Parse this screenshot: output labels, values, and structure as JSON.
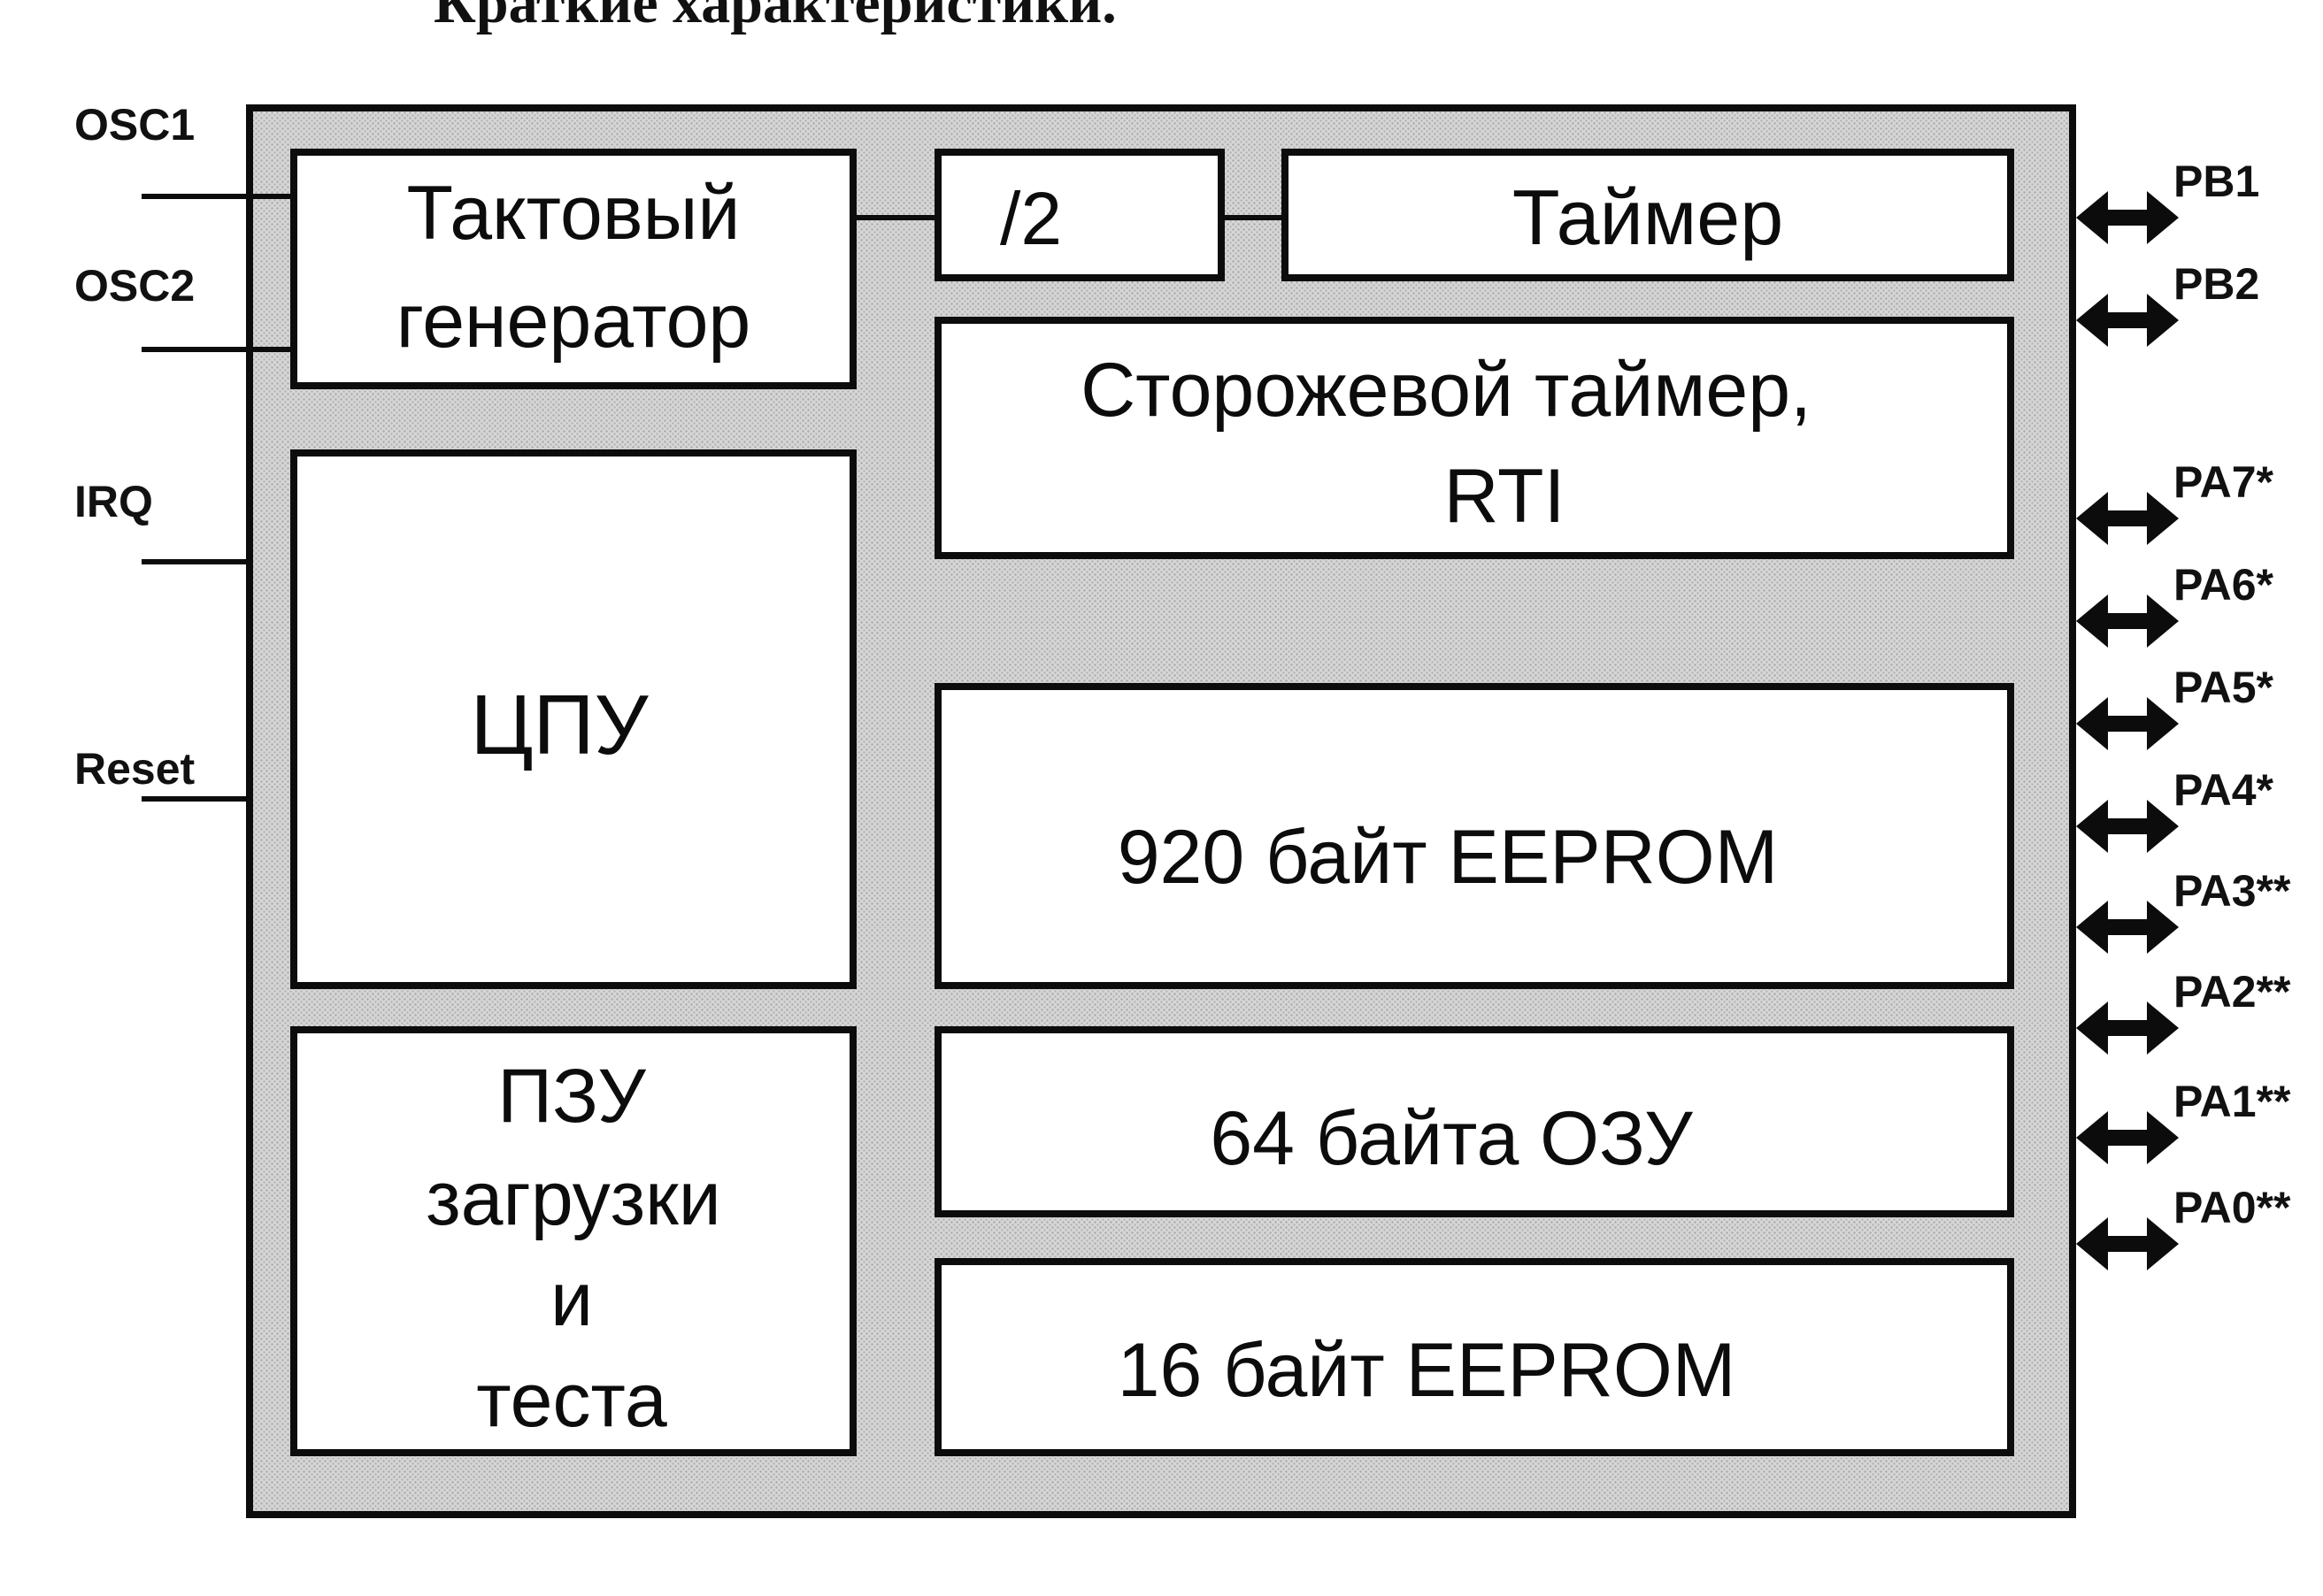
{
  "caption": "Краткие характеристики.",
  "blocks": {
    "clock_gen": [
      "Тактовый",
      "генератор"
    ],
    "div2": "/2",
    "timer": "Таймер",
    "watchdog": [
      "Сторожевой таймер,",
      "RTI"
    ],
    "cpu": "ЦПУ",
    "eeprom_920": "920 байт EEPROM",
    "rom": [
      "ПЗУ",
      "загрузки",
      "и",
      "теста"
    ],
    "ram_64": "64 байта ОЗУ",
    "eeprom_16": "16 байт EEPROM"
  },
  "left_pins": [
    "OSC1",
    "OSC2",
    "IRQ",
    "Reset"
  ],
  "right_pins": [
    "PB1",
    "PB2",
    "PA7*",
    "PA6*",
    "PA5*",
    "PA4*",
    "PA3**",
    "PA2**",
    "PA1**",
    "PA0**"
  ],
  "colors": {
    "ink": "#0c0c0c",
    "chip_fill": "#cfcfcf",
    "block_fill": "#ffffff"
  }
}
